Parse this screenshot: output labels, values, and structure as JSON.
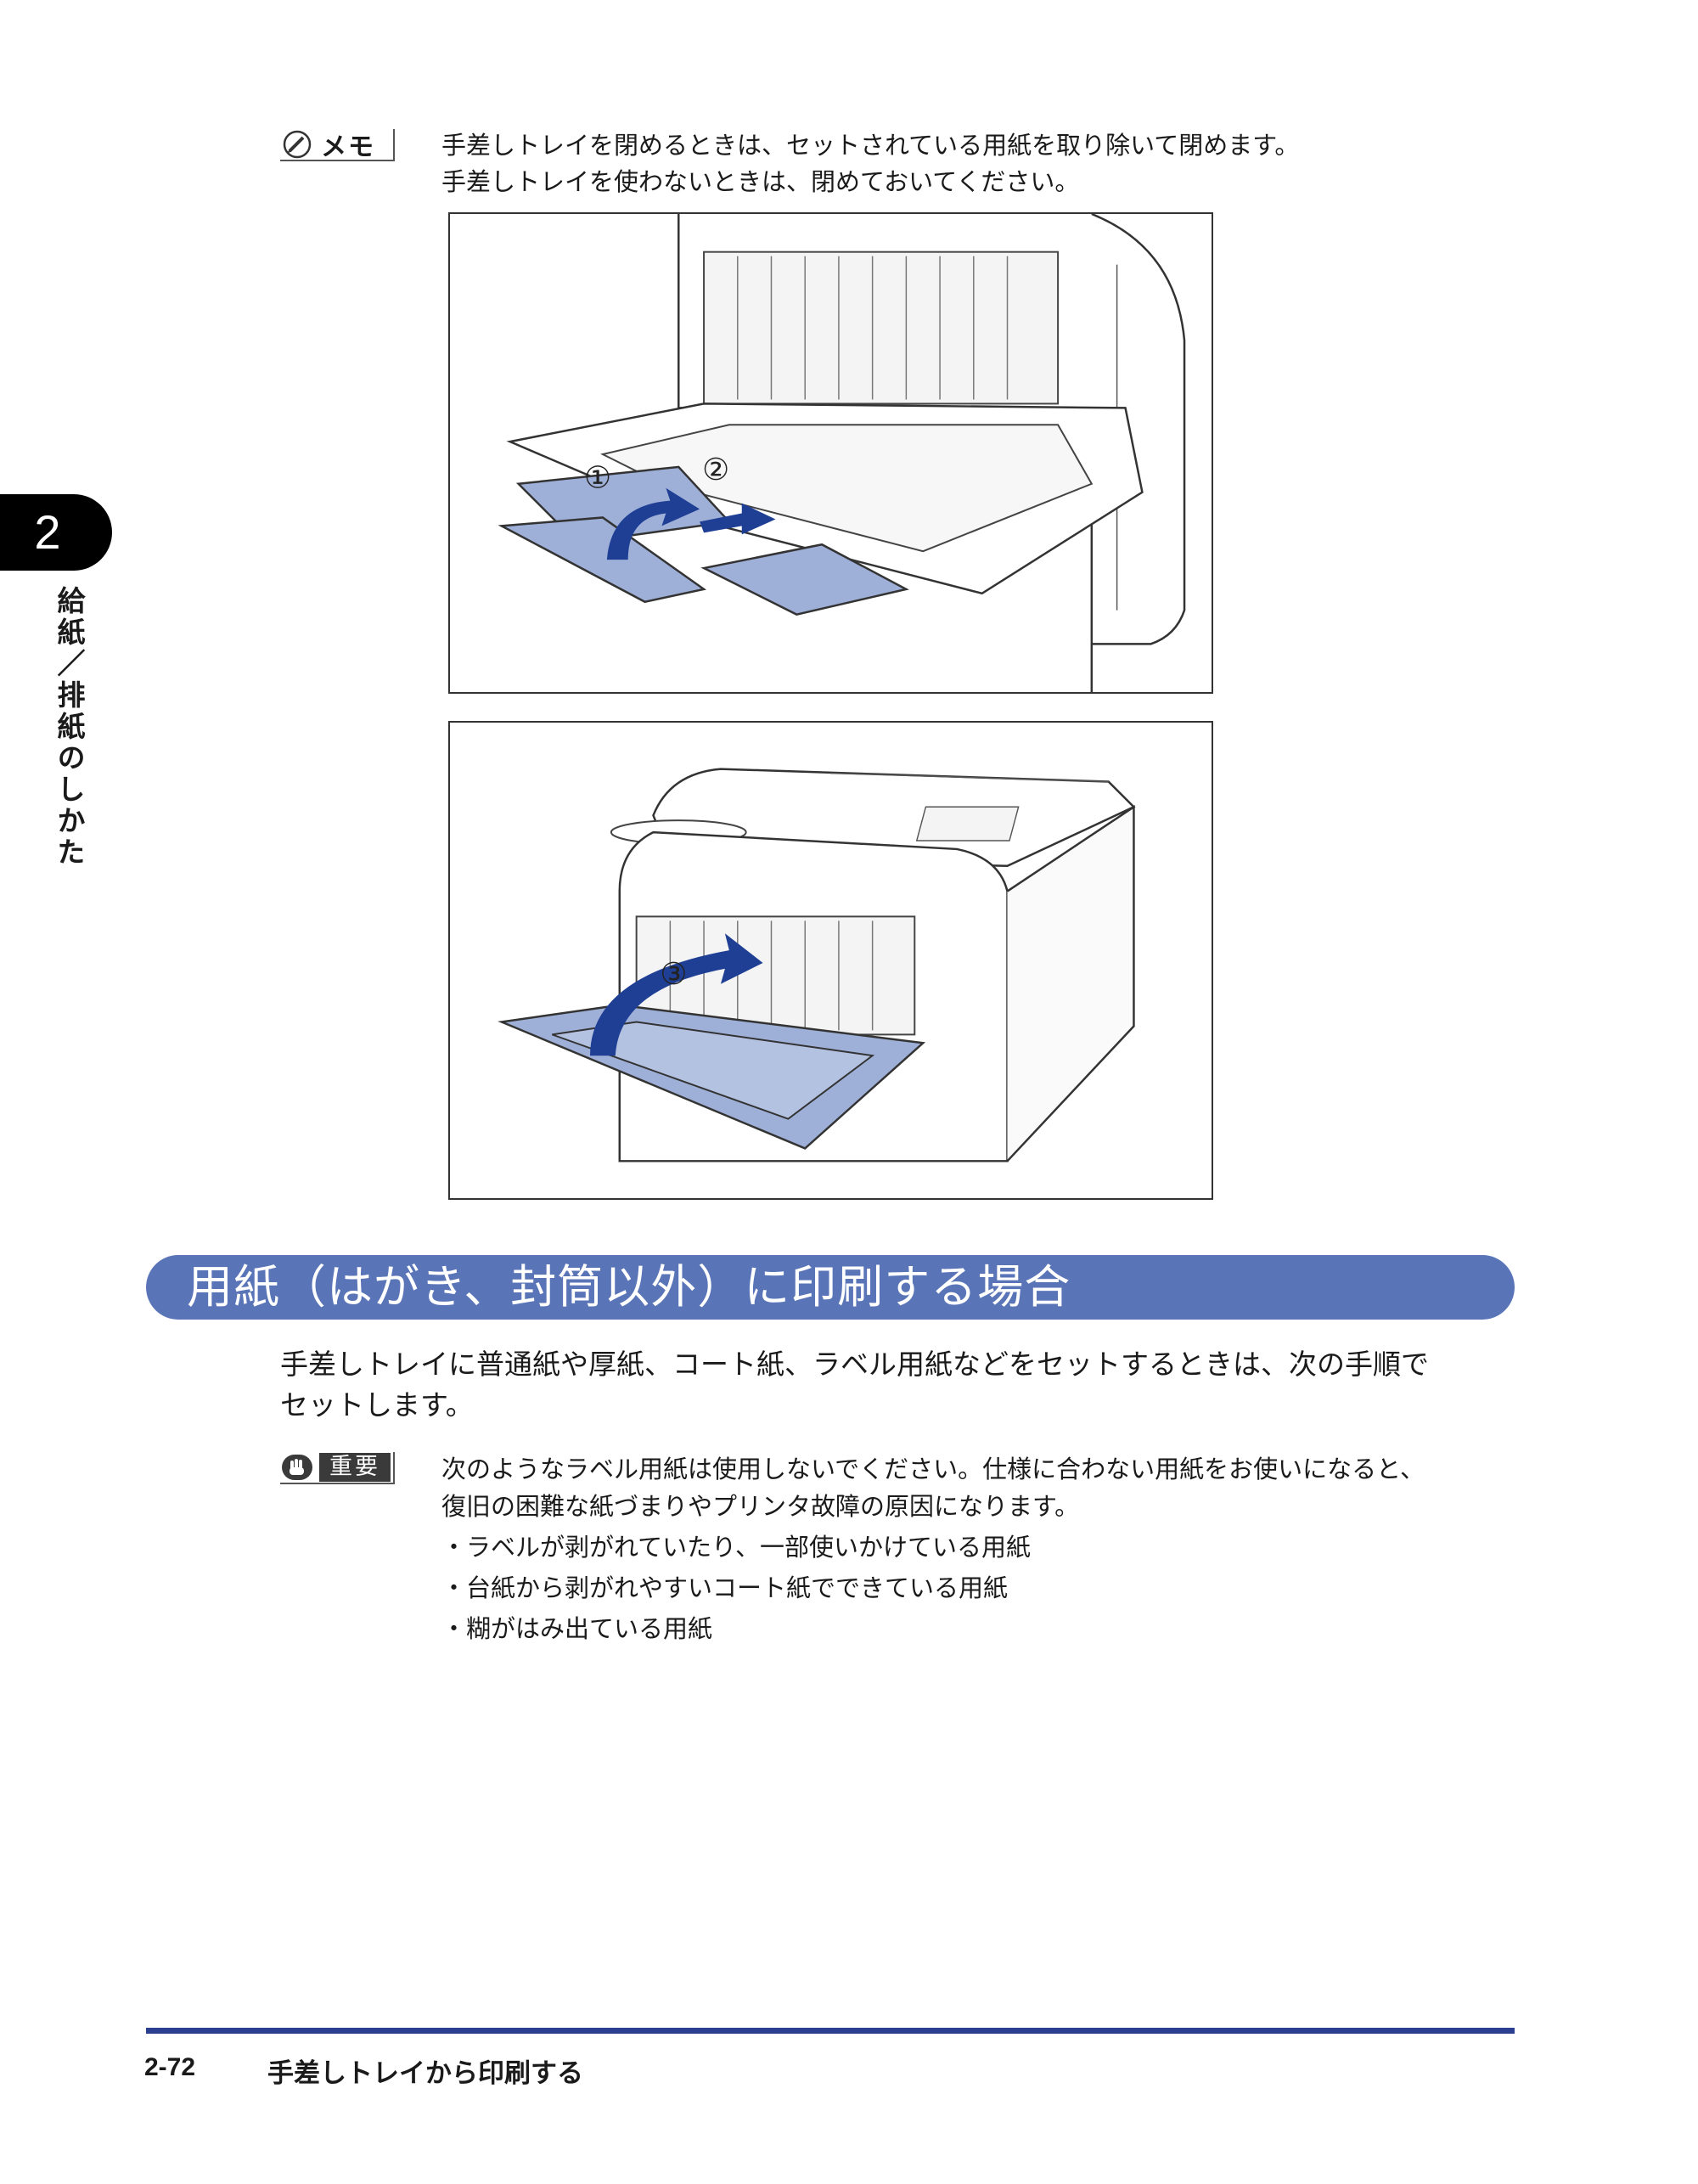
{
  "memo": {
    "label": "メモ",
    "lines": [
      "手差しトレイを閉めるときは、セットされている用紙を取り除いて閉めます。",
      "手差しトレイを使わないときは、閉めておいてください。"
    ]
  },
  "figures": {
    "fig1_markers": [
      "①",
      "②"
    ],
    "fig2_markers": [
      "③"
    ]
  },
  "section": {
    "heading": "用紙（はがき、封筒以外）に印刷する場合",
    "intro_lines": [
      "手差しトレイに普通紙や厚紙、コート紙、ラベル用紙などをセットするときは、次の手順で",
      "セットします。"
    ]
  },
  "important": {
    "label": "重要",
    "lines": [
      "次のようなラベル用紙は使用しないでください。仕様に合わない用紙をお使いになると、",
      "復旧の困難な紙づまりやプリンタ故障の原因になります。"
    ],
    "bullets": [
      "・ラベルが剥がれていたり、一部使いかけている用紙",
      "・台紙から剥がれやすいコート紙でできている用紙",
      "・糊がはみ出ている用紙"
    ]
  },
  "chapter": {
    "number": "2",
    "title": "給紙／排紙のしかた"
  },
  "footer": {
    "page_number": "2-72",
    "title": "手差しトレイから印刷する"
  },
  "colors": {
    "heading_bg": "#5a74b8",
    "tray_blue": "#9fb0d8",
    "arrow_blue": "#1f3f95",
    "footer_rule": "#2a3f8f"
  }
}
